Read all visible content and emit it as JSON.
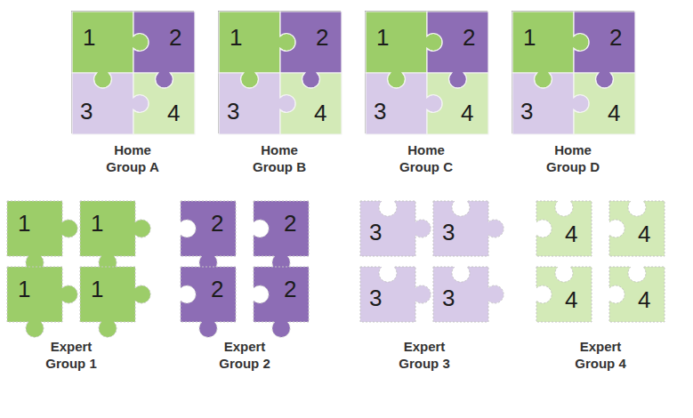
{
  "diagram": {
    "nodes": [
      {
        "text": [
          "Home Group A"
        ]
      },
      {
        "text": [
          "1"
        ],
        "in": 0
      },
      {
        "text": [
          "2"
        ],
        "in": 0
      },
      {
        "text": [
          "3"
        ],
        "in": 0
      },
      {
        "text": [
          "4"
        ],
        "in": 0
      },
      {
        "text": [
          "Home Group B"
        ]
      },
      {
        "text": [
          "1"
        ],
        "in": 5
      },
      {
        "text": [
          "2"
        ],
        "in": 5
      },
      {
        "text": [
          "3"
        ],
        "in": 5
      },
      {
        "text": [
          "4"
        ],
        "in": 5
      },
      {
        "text": [
          "Home Group C"
        ]
      },
      {
        "text": [
          "1"
        ],
        "in": 10
      },
      {
        "text": [
          "2"
        ],
        "in": 10
      },
      {
        "text": [
          "3"
        ],
        "in": 10
      },
      {
        "text": [
          "4"
        ],
        "in": 10
      },
      {
        "text": [
          "Home Group D"
        ]
      },
      {
        "text": [
          "1"
        ],
        "in": 15
      },
      {
        "text": [
          "2"
        ],
        "in": 15
      },
      {
        "text": [
          "3"
        ],
        "in": 15
      },
      {
        "text": [
          "4"
        ],
        "in": 15
      },
      {
        "text": [
          "Expert Group 1"
        ]
      },
      {
        "text": [
          "1"
        ],
        "in": 20
      },
      {
        "text": [
          "1"
        ],
        "in": 20
      },
      {
        "text": [
          "1"
        ],
        "in": 20
      },
      {
        "text": [
          "1"
        ],
        "in": 20
      },
      {
        "text": [
          "Expert Group 2"
        ]
      },
      {
        "text": [
          "2"
        ],
        "in": 25
      },
      {
        "text": [
          "2"
        ],
        "in": 25
      },
      {
        "text": [
          "2"
        ],
        "in": 25
      },
      {
        "text": [
          "2"
        ],
        "in": 25
      },
      {
        "text": [
          "Expert Group 3"
        ]
      },
      {
        "text": [
          "3"
        ],
        "in": 30
      },
      {
        "text": [
          "3"
        ],
        "in": 30
      },
      {
        "text": [
          "3"
        ],
        "in": 30
      },
      {
        "text": [
          "3"
        ],
        "in": 30
      },
      {
        "text": [
          "Expert Group 4"
        ]
      },
      {
        "text": [
          "4"
        ],
        "in": 35
      },
      {
        "text": [
          "4"
        ],
        "in": 35
      },
      {
        "text": [
          "4"
        ],
        "in": 35
      },
      {
        "text": [
          "4"
        ],
        "in": 35
      }
    ]
  }
}
